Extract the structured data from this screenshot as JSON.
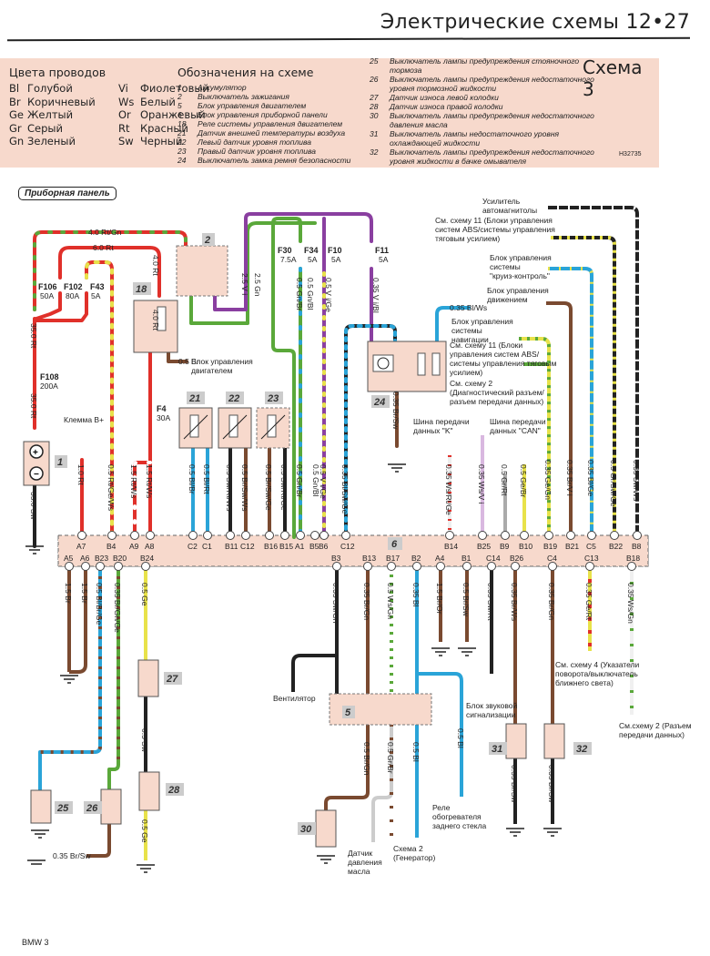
{
  "header": {
    "title": "Электрические схемы 12•27"
  },
  "legend": {
    "wire_colors_title": "Цвета проводов",
    "wire_colors": [
      {
        "code": "Bl",
        "name": "Голубой",
        "code2": "Vi",
        "name2": "Фиолетовый"
      },
      {
        "code": "Br",
        "name": "Коричневый",
        "code2": "Ws",
        "name2": "Белый"
      },
      {
        "code": "Ge",
        "name": "Желтый",
        "code2": "Or",
        "name2": "Оранжевый"
      },
      {
        "code": "Gr",
        "name": "Серый",
        "code2": "Rt",
        "name2": "Красный"
      },
      {
        "code": "Gn",
        "name": "Зеленый",
        "code2": "Sw",
        "name2": "Черный"
      }
    ],
    "symbols_title": "Обозначения на схеме",
    "symbols_left": [
      {
        "num": "1",
        "text": "Аккумулятор"
      },
      {
        "num": "2",
        "text": "Выключатель зажигания"
      },
      {
        "num": "5",
        "text": "Блок управления двигателем"
      },
      {
        "num": "6",
        "text": "Блок управления приборной панели"
      },
      {
        "num": "18",
        "text": "Реле системы управления двигателем"
      },
      {
        "num": "21",
        "text": "Датчик внешней температуры воздуха"
      },
      {
        "num": "22",
        "text": "Левый датчик уровня топлива"
      },
      {
        "num": "23",
        "text": "Правый датчик уровня топлива"
      },
      {
        "num": "24",
        "text": "Выключатель замка ремня безопасности"
      }
    ],
    "symbols_right": [
      {
        "num": "25",
        "text": "Выключатель лампы предупреждения стояночного тормоза"
      },
      {
        "num": "26",
        "text": "Выключатель лампы предупреждения недостаточного уровня тормозной жидкости"
      },
      {
        "num": "27",
        "text": "Датчик износа левой колодки"
      },
      {
        "num": "28",
        "text": "Датчик износа правой колодки"
      },
      {
        "num": "30",
        "text": "Выключатель лампы предупреждения недостаточного давления масла"
      },
      {
        "num": "31",
        "text": "Выключатель лампы недостаточного уровня охлаждающей жидкости"
      },
      {
        "num": "32",
        "text": "Выключатель лампы предупреждения недостаточного уровня жидкости в бачке омывателя"
      }
    ],
    "schema_label": "Схема 3",
    "code": "H32735"
  },
  "section_label": "Приборная панель",
  "wires": {
    "w1": "4.0 Rt/Gn",
    "w2": "6.0 Rt",
    "w3": "4.0 Rt",
    "w4": "35.0 Rt",
    "w5": "35.0 Rt",
    "w6": "35.0 Sw",
    "w7": "0.5 Br",
    "w8": "4.0 Rt",
    "w9": "2.5 V i",
    "w10": "2.5 Gn",
    "w11": "0.5 Gn/Br",
    "w12": "0.5 Gn/Bl",
    "w13": "0.5 V i/Ge",
    "w14": "0.35 V i/Bl",
    "w15": "0.35 Bl/Ws",
    "w16": "0.35 Br/Sw",
    "w17": "1.0 Rt",
    "w18": "0.5 Rt/Ge/Ws",
    "w19": "1.5 Rt/Ws",
    "w20": "1.5 Rt/Ws",
    "w21": "0.5 Bl/Br",
    "w22": "0.5 Bl/Rt",
    "w23": "0.5 Sw/Rt/Ws",
    "w24": "0.5 Br/Sw/Ws",
    "w25": "0.5 Br/Sw/Ge",
    "w26": "0.5 Sw/Rt/Ge",
    "w27": "0.5 Gn/Br",
    "w28": "0.5 Gn/Bl",
    "w29": "0.5 V i/Ge",
    "w30": "0.35 Bl/Sw/Ge",
    "w31": "0.35 Ws/Rt/Ge",
    "w32": "0.35 Ws/V i",
    "w33": "0.5 Gr/Rt",
    "w34": "0.5 Ge/Br",
    "w35": "0.35 Ge/Gn",
    "w36": "0.35 Br/V i",
    "w37": "0.35 Bl/Ge",
    "w38": "0.5 Gr/Sw/Ge",
    "w39": "0.35 Sw/Ws",
    "w40": "1.5 Br",
    "w41": "1.5 Br",
    "w42": "0.5 Bl/Br/Ge",
    "w43": "0.35 Br/Gn/Ge",
    "w44": "0.5 Ge",
    "w45": "0.35 Sw/Gn",
    "w46": "0.35 Br/Gn",
    "w47": "0.5 Ws/Gn",
    "w48": "0.35 Bl",
    "w49": "1.5 Br/Or",
    "w50": "0.5 Br/Sw",
    "w51": "0.35 Sw/Rt",
    "w52": "0.35 Br/Ws",
    "w53": "0.35 Br/Gn",
    "w54": "0.35 Ge/Rt",
    "w55": "0.35 Ws/Gn",
    "w56": "0.5 Sw",
    "w57": "0.5 Ge",
    "w58": "0.35 Br/Sw",
    "w59": "0.5 Br/Gn",
    "w60": "0.5 Gr/Br",
    "w61": "0.5 Bl",
    "w62": "0.5 Bl",
    "w63": "0.35 Br/Sw",
    "w64": "0.35 Br/Sw"
  },
  "fuses": {
    "f106": "F106",
    "f106a": "50A",
    "f102": "F102",
    "f102a": "80A",
    "f43": "F43",
    "f43a": "5A",
    "f108": "F108",
    "f108a": "200A",
    "f4": "F4",
    "f4a": "30A",
    "f30": "F30",
    "f30a": "7.5A",
    "f34": "F34",
    "f34a": "5A",
    "f10": "F10",
    "f10a": "5A",
    "f11": "F11",
    "f11a": "5A"
  },
  "components": {
    "c1": "1",
    "c2": "2",
    "c5": "5",
    "c6": "6",
    "c18": "18",
    "c21": "21",
    "c22": "22",
    "c23": "23",
    "c24": "24",
    "c25": "25",
    "c26": "26",
    "c27": "27",
    "c28": "28",
    "c30": "30",
    "c31": "31",
    "c32": "32"
  },
  "pins_top": [
    "A7",
    "B4",
    "A9",
    "A8",
    "C2",
    "C1",
    "B11",
    "C12",
    "B16",
    "B15",
    "A1",
    "B5",
    "B6",
    "C12",
    "B14",
    "B25",
    "B9",
    "B10",
    "B19",
    "B21",
    "C5",
    "B22",
    "B8"
  ],
  "pins_bottom": [
    "A5",
    "A6",
    "B23",
    "B20",
    "B24",
    "B3",
    "B13",
    "B17",
    "B2",
    "A4",
    "B1",
    "C14",
    "B26",
    "C4",
    "C13",
    "B18"
  ],
  "notes": {
    "klemma": "Клемма B+",
    "ecu": "Блок управления двигателем",
    "amp": "Усилитель автомагнитолы",
    "abs1": "См. схему 11 (Блоки управления систем ABS/системы управления тяговым усилием)",
    "cruise": "Блок управления системы \"круиз-контроль\"",
    "motion": "Блок управления движением",
    "nav": "Блок управления системы навигации",
    "abs2": "См. схему 11 (Блоки управления систем ABS/ системы управления тяговым усилием)",
    "diag": "См. схему 2 (Диагностический разъем/ разъем передачи данных)",
    "kbus": "Шина передачи данных \"K\"",
    "can": "Шина передачи данных \"CAN\"",
    "fan": "Вентилятор",
    "horn": "Блок звуковой сигнализации",
    "rear": "Реле обогревателя заднего стекла",
    "gen": "Схема 2 (Генератор)",
    "oil": "Датчик давления масла",
    "turn": "См. схему 4 (Указатели поворота/выключатель ближнего света)",
    "data": "См.схему 2 (Разъем передачи данных)"
  },
  "footer": "BMW 3",
  "colors": {
    "red": "#e0302a",
    "green": "#5aa83a",
    "violet": "#8a3fa0",
    "blue": "#2aa4d8",
    "brown": "#7a4a30",
    "black": "#222222",
    "yellow": "#e8e24a",
    "pink": "#f7d9cc"
  }
}
